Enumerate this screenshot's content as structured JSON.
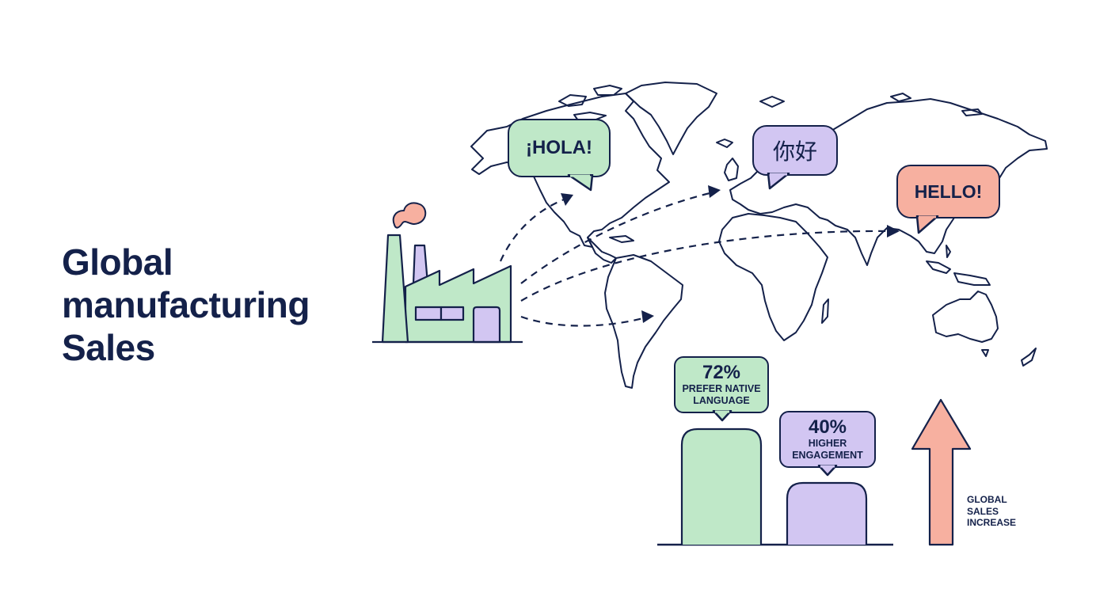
{
  "title": {
    "lines": [
      "Global",
      "manufacturing",
      "Sales"
    ]
  },
  "greetings": [
    {
      "text": "¡HOLA!",
      "color": "#bfe8c8",
      "language": "Spanish"
    },
    {
      "text": "你好",
      "color": "#d2c6f2",
      "language": "Chinese"
    },
    {
      "text": "HELLO!",
      "color": "#f7b0a0",
      "language": "English"
    }
  ],
  "stats": [
    {
      "value": "72%",
      "label_line1": "PREFER NATIVE",
      "label_line2": "LANGUAGE",
      "color": "#bfe8c8"
    },
    {
      "value": "40%",
      "label_line1": "HIGHER",
      "label_line2": "ENGAGEMENT",
      "color": "#d2c6f2"
    }
  ],
  "growth_arrow": {
    "label_lines": [
      "GLOBAL",
      "SALES",
      "INCREASE"
    ],
    "color": "#f7b0a0"
  },
  "icons": [
    "factory-icon",
    "smoke-icon",
    "world-map",
    "dashed-arrow-icon",
    "up-arrow-icon"
  ],
  "colors": {
    "ink": "#14214a",
    "green": "#bfe8c8",
    "purple": "#d2c6f2",
    "coral": "#f7b0a0"
  }
}
